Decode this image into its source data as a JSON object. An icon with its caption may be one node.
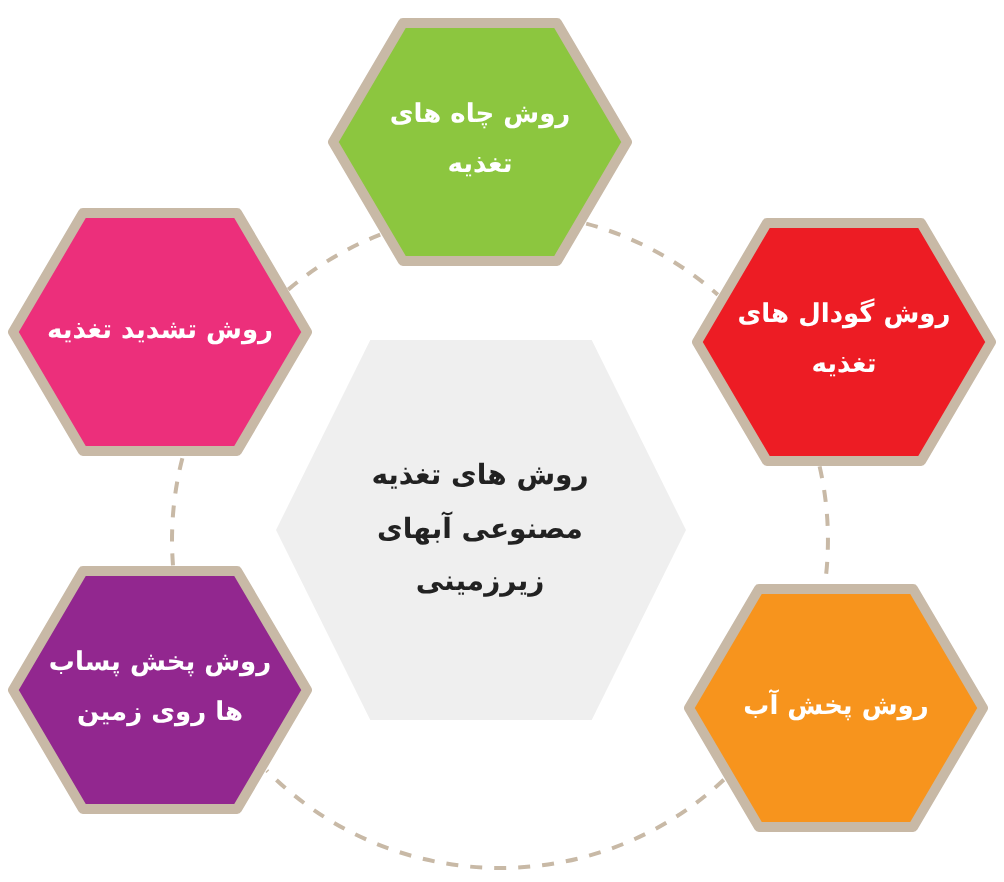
{
  "diagram": {
    "nodes": [
      {
        "text": [
          "روش های تغذیه مصنوعی آبهای زیرزمینی"
        ]
      },
      {
        "text": [
          "روش چاه های تغذیه"
        ]
      },
      {
        "text": [
          "روش گودال های تغذیه"
        ]
      },
      {
        "text": [
          "روش پخش آب"
        ]
      },
      {
        "text": [
          "روش پخش پساب ها روی زمین"
        ]
      },
      {
        "text": [
          "روش تشدید تغذیه"
        ]
      }
    ],
    "edges": [
      {
        "from": 1,
        "to": 2,
        "arrow": "none",
        "style": "dashed"
      },
      {
        "from": 2,
        "to": 3,
        "arrow": "none",
        "style": "dashed"
      },
      {
        "from": 3,
        "to": 4,
        "arrow": "none",
        "style": "dashed"
      },
      {
        "from": 4,
        "to": 5,
        "arrow": "none",
        "style": "dashed"
      },
      {
        "from": 5,
        "to": 1,
        "arrow": "none",
        "style": "dashed"
      }
    ]
  }
}
